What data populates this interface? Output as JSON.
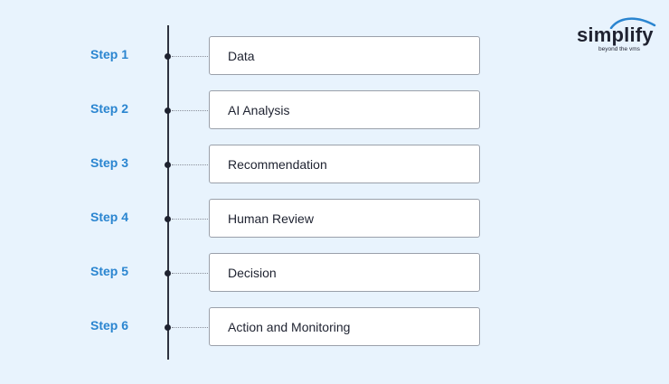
{
  "logo": {
    "name": "simplify",
    "tagline": "beyond the vms",
    "accent_color": "#2a85d0"
  },
  "steps": [
    {
      "label": "Step 1",
      "title": "Data"
    },
    {
      "label": "Step 2",
      "title": "AI Analysis"
    },
    {
      "label": "Step 3",
      "title": "Recommendation"
    },
    {
      "label": "Step 4",
      "title": "Human Review"
    },
    {
      "label": "Step 5",
      "title": "Decision"
    },
    {
      "label": "Step 6",
      "title": "Action and Monitoring"
    }
  ],
  "colors": {
    "background": "#e8f3fd",
    "step_label": "#2a85d0",
    "timeline": "#2e3240",
    "box_border": "#9aa0aa"
  }
}
